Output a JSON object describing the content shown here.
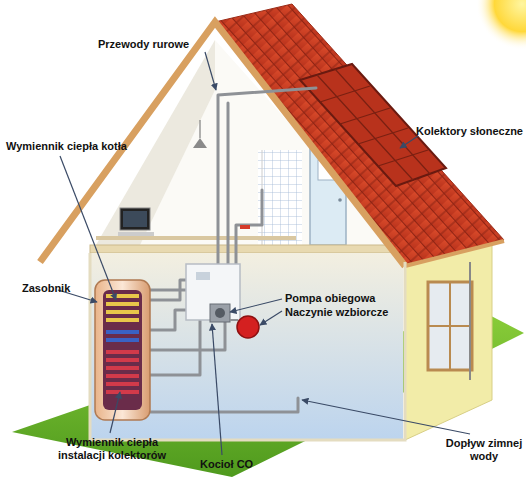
{
  "diagram": {
    "labels": [
      "Przewody rurowe",
      "Wymiennik ciepła kotła",
      "Kolektory słoneczne",
      "Zasobnik",
      "Pompa obiegowa",
      "Naczynie wzbiorcze",
      "Wymiennik ciepła instalacji kolektorów",
      "Kocioł CO",
      "Dopływ zimnej wody"
    ]
  }
}
